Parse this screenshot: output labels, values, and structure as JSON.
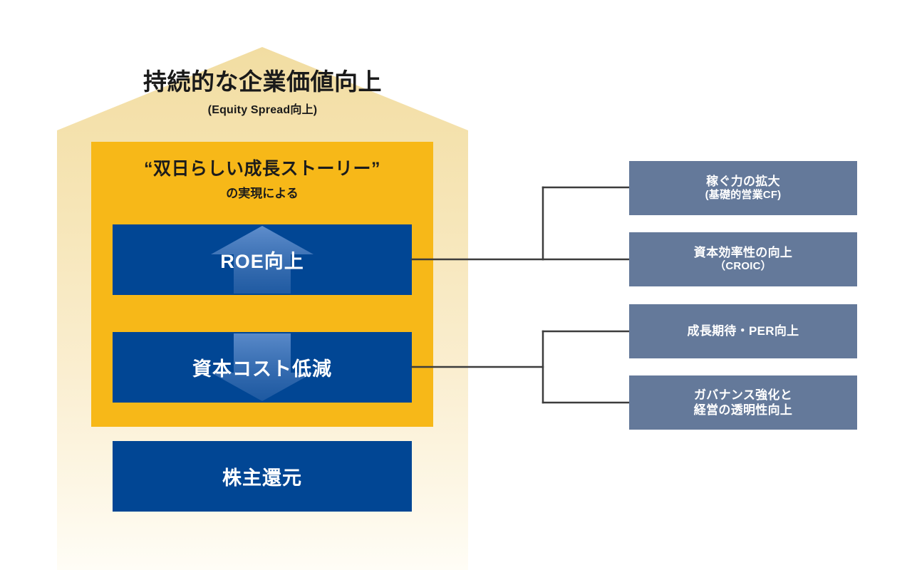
{
  "theme": {
    "house_fill_top": "#f4e0a8",
    "house_fill_bottom": "#fdfbf2",
    "yellow_panel": "#f7b818",
    "blue_box": "#014694",
    "gray_box": "#64799a",
    "connector_line": "#3c3c3c",
    "title_text": "#1a1a1a",
    "box_text": "#ffffff"
  },
  "header": {
    "title": "持続的な企業価値向上",
    "subtitle": "(Equity Spread向上)"
  },
  "yellow_panel": {
    "headline": "“双日らしい成長ストーリー”",
    "subline": "の実現による"
  },
  "core_boxes": [
    {
      "id": "roe",
      "label": "ROE向上",
      "watermark": "up-arrow-watermark"
    },
    {
      "id": "cost",
      "label": "資本コスト低減",
      "watermark": "down-arrow-watermark"
    },
    {
      "id": "ret",
      "label": "株主還元",
      "watermark": ""
    }
  ],
  "driver_boxes": [
    {
      "line1": "稼ぐ力の拡大",
      "line2": "(基礎的営業CF)"
    },
    {
      "line1": "資本効率性の向上",
      "line2": "（CROIC）"
    },
    {
      "line1": "成長期待・PER向上",
      "line2": ""
    },
    {
      "line1": "ガバナンス強化と",
      "line2": "経営の透明性向上"
    }
  ],
  "connectors": [
    {
      "from": "roe",
      "to": [
        "稼ぐ力の拡大",
        "資本効率性の向上"
      ]
    },
    {
      "from": "cost",
      "to": [
        "成長期待・PER向上",
        "ガバナンス強化と経営の透明性向上"
      ]
    }
  ]
}
